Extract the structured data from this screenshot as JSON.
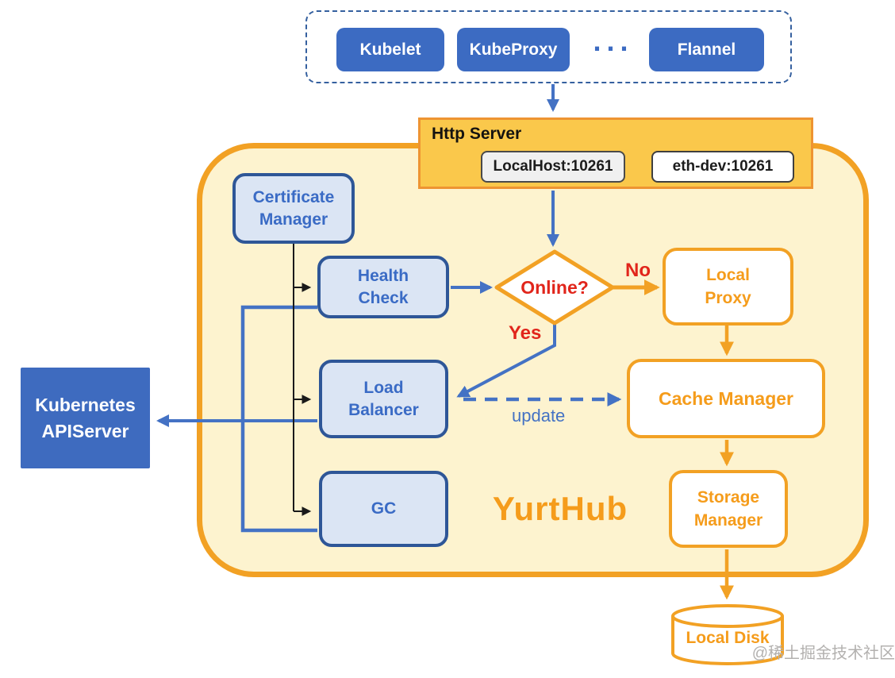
{
  "clients_group": {
    "items": [
      {
        "label": "Kubelet"
      },
      {
        "label": "KubeProxy"
      },
      {
        "label": "Flannel"
      }
    ],
    "ellipsis": "..."
  },
  "http_server": {
    "title": "Http Server",
    "endpoints": [
      {
        "label": "LocalHost:10261"
      },
      {
        "label": "eth-dev:10261"
      }
    ]
  },
  "yurthub": {
    "title": "YurtHub",
    "nodes": {
      "certificate_manager": {
        "label": "Certificate Manager"
      },
      "health_check": {
        "label": "Health Check"
      },
      "online_decision": {
        "label": "Online?"
      },
      "local_proxy": {
        "label": "Local Proxy"
      },
      "load_balancer": {
        "label": "Load Balancer"
      },
      "cache_manager": {
        "label": "Cache Manager"
      },
      "gc": {
        "label": "GC"
      },
      "storage_manager": {
        "label": "Storage Manager"
      }
    }
  },
  "external": {
    "kubernetes_apiserver": {
      "label": "Kubernetes APIServer"
    },
    "local_disk": {
      "label": "Local Disk"
    }
  },
  "edge_labels": {
    "no": "No",
    "yes": "Yes",
    "update": "update"
  },
  "watermark": "@稀土掘金技术社区",
  "colors": {
    "blue_fill": "#3C6BC2",
    "blue_border": "#2E5697",
    "blue_light_fill": "#DBE5F4",
    "blue_text": "#3A6BC5",
    "blue_arrow": "#4472C4",
    "orange": "#F2A124",
    "orange_text": "#F59C1B",
    "yellow_fill": "#FDF3CF",
    "http_fill": "#FAC84B",
    "http_border": "#EE9432",
    "red": "#E1251B",
    "black_line": "#1A1A1A"
  }
}
